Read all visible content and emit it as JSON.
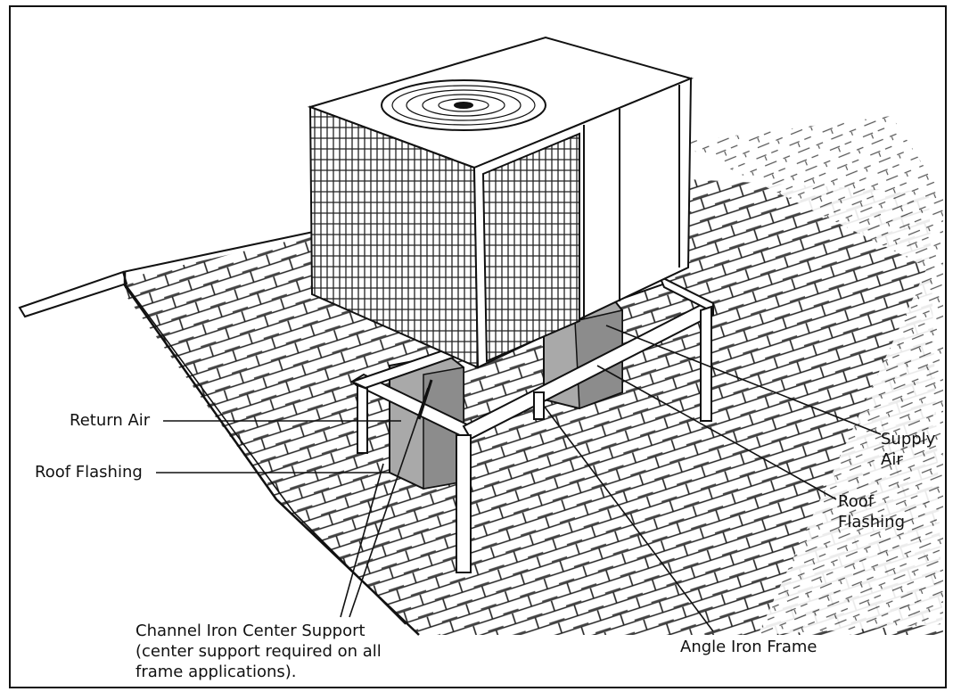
{
  "labels": {
    "return_air": "Return Air",
    "roof_flashing_left": "Roof Flashing",
    "supply_air_line1": "Supply",
    "supply_air_line2": "Air",
    "roof_flashing_right_line1": "Roof",
    "roof_flashing_right_line2": "Flashing",
    "channel_iron_line1": "Channel Iron Center Support",
    "channel_iron_line2": "(center support required on all",
    "channel_iron_line3": "frame applications).",
    "angle_iron_frame": "Angle Iron Frame"
  },
  "colors": {
    "line": "#111111",
    "duct": "#a9a9a9",
    "duct_dark": "#8c8c8c",
    "unit_panel": "#ffffff",
    "background": "#ffffff"
  }
}
